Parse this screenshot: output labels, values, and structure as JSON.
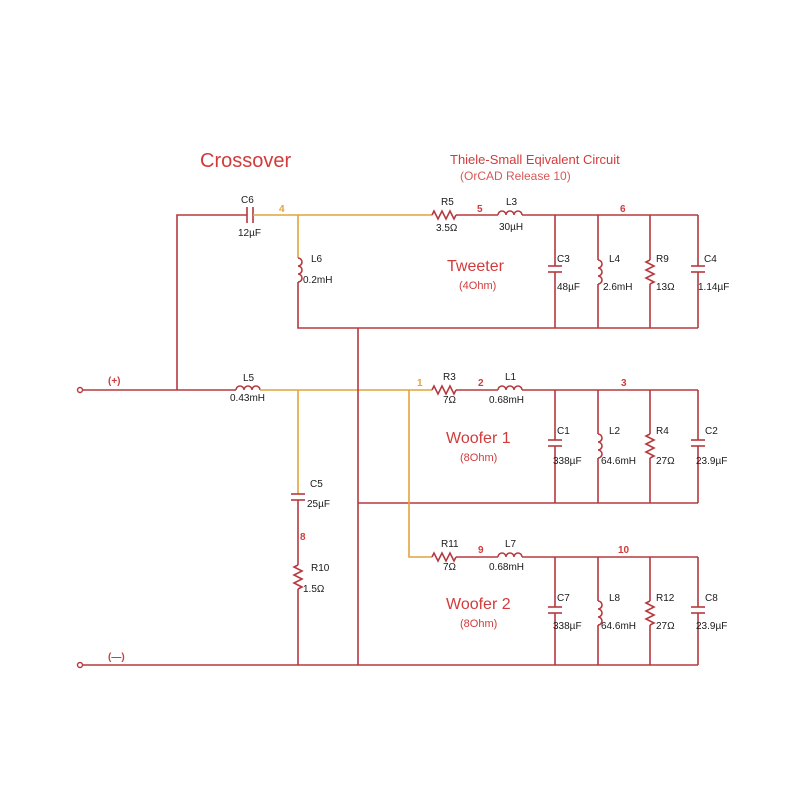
{
  "titles": {
    "crossover": "Crossover",
    "thiele": "Thiele-Small Eqivalent Circuit",
    "orcad": "(OrCAD Release 10)"
  },
  "terminals": {
    "pos": "(+)",
    "neg": "(—)"
  },
  "sections": {
    "tweeter": {
      "name": "Tweeter",
      "impedance": "(4Ohm)"
    },
    "woofer1": {
      "name": "Woofer 1",
      "impedance": "(8Ohm)"
    },
    "woofer2": {
      "name": "Woofer 2",
      "impedance": "(8Ohm)"
    }
  },
  "nodes": {
    "n1": "1",
    "n2": "2",
    "n3": "3",
    "n4": "4",
    "n5": "5",
    "n6": "6",
    "n8": "8",
    "n9": "9",
    "n10": "10"
  },
  "components": {
    "C6": {
      "ref": "C6",
      "value": "12µF"
    },
    "L6": {
      "ref": "L6",
      "value": "0.2mH"
    },
    "R5": {
      "ref": "R5",
      "value": "3.5Ω"
    },
    "L3": {
      "ref": "L3",
      "value": "30µH"
    },
    "C3": {
      "ref": "C3",
      "value": "48µF"
    },
    "L4": {
      "ref": "L4",
      "value": "2.6mH"
    },
    "R9": {
      "ref": "R9",
      "value": "13Ω"
    },
    "C4": {
      "ref": "C4",
      "value": "1.14µF"
    },
    "L5": {
      "ref": "L5",
      "value": "0.43mH"
    },
    "R3": {
      "ref": "R3",
      "value": "7Ω"
    },
    "L1": {
      "ref": "L1",
      "value": "0.68mH"
    },
    "C1": {
      "ref": "C1",
      "value": "338µF"
    },
    "L2": {
      "ref": "L2",
      "value": "64.6mH"
    },
    "R4": {
      "ref": "R4",
      "value": "27Ω"
    },
    "C2": {
      "ref": "C2",
      "value": "23.9µF"
    },
    "C5": {
      "ref": "C5",
      "value": "25µF"
    },
    "R10": {
      "ref": "R10",
      "value": "1.5Ω"
    },
    "R11": {
      "ref": "R11",
      "value": "7Ω"
    },
    "L7": {
      "ref": "L7",
      "value": "0.68mH"
    },
    "C7": {
      "ref": "C7",
      "value": "338µF"
    },
    "L8": {
      "ref": "L8",
      "value": "64.6mH"
    },
    "R12": {
      "ref": "R12",
      "value": "27Ω"
    },
    "C8": {
      "ref": "C8",
      "value": "23.9µF"
    }
  },
  "colors": {
    "wire": "#b5393f",
    "wire_highlight": "#e3a33c",
    "title": "#d23b3b"
  }
}
